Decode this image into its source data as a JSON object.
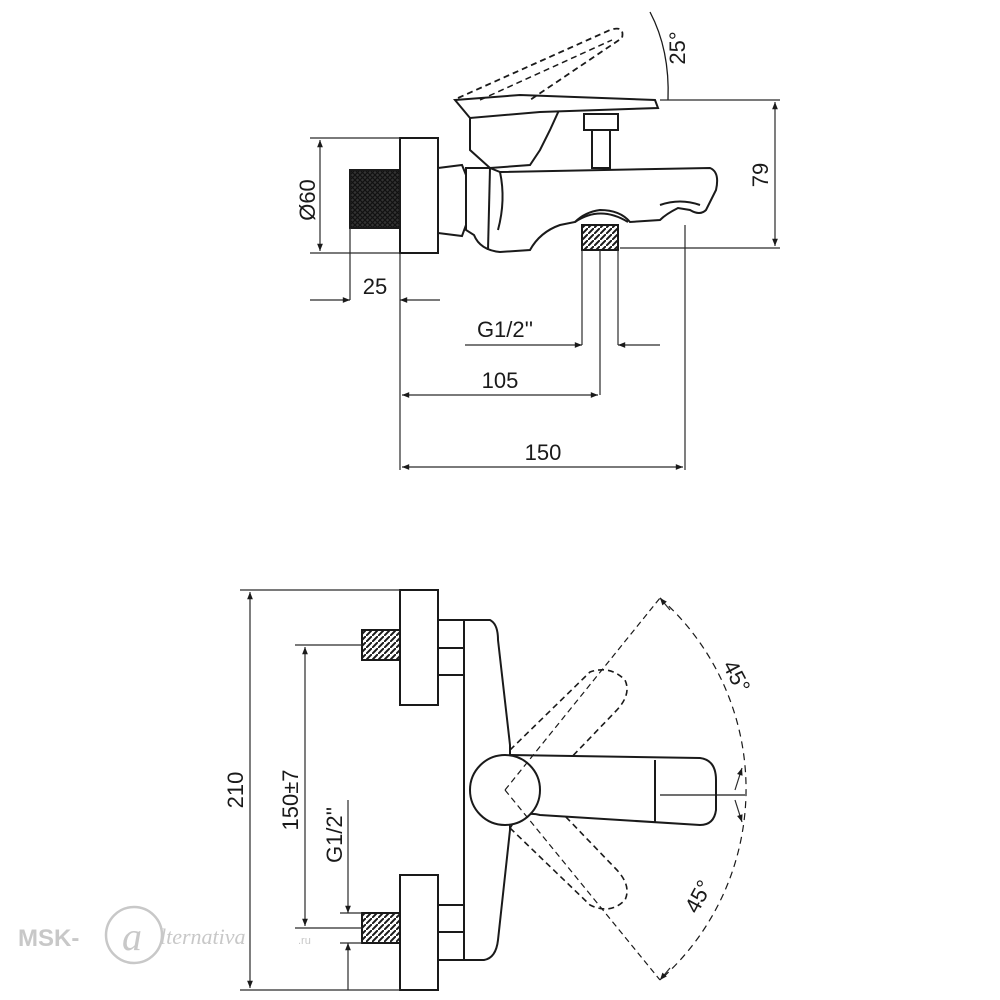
{
  "top_view": {
    "dim_diameter": "Ø60",
    "dim_width_25": "25",
    "dim_thread": "G1/2''",
    "dim_105": "105",
    "dim_150": "150",
    "dim_height_79": "79",
    "dim_angle_25": "25°"
  },
  "front_view": {
    "dim_210": "210",
    "dim_150_tol": "150±7",
    "dim_thread": "G1/2''",
    "dim_angle_upper": "45°",
    "dim_angle_lower": "45°"
  },
  "watermark": {
    "prefix": "MSK-",
    "brand": "lternativa",
    "suffix": ".ru",
    "logo_letter": "a"
  },
  "colors": {
    "line": "#1a1a1a",
    "dim_line": "#2a2a2a",
    "watermark": "#c8c8c8"
  }
}
